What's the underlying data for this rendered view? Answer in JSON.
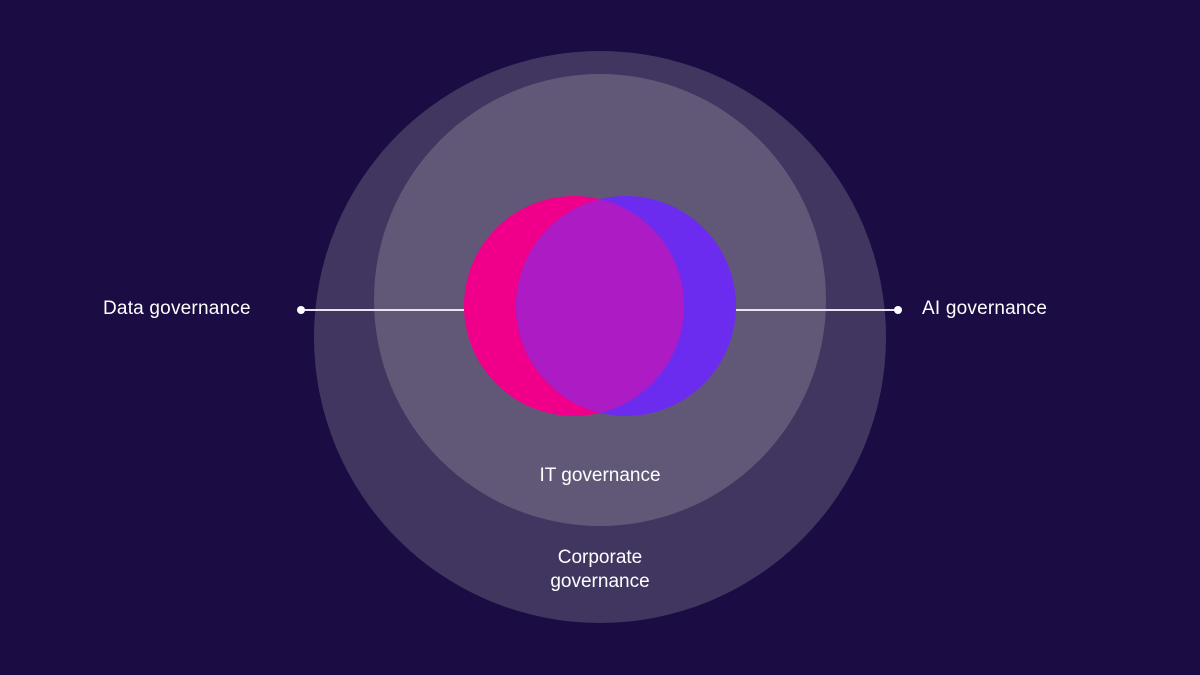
{
  "diagram": {
    "background": "#1b0c43",
    "circles": {
      "corporate": {
        "label_line1": "Corporate",
        "label_line2": "governance",
        "color": "#41365f"
      },
      "it": {
        "label": "IT governance",
        "color": "#615878"
      },
      "data": {
        "label": "Data governance",
        "color": "#f0008a"
      },
      "ai": {
        "label": "AI governance",
        "color": "#6b2cf0"
      },
      "overlap_color": "#ac1bc4"
    }
  }
}
